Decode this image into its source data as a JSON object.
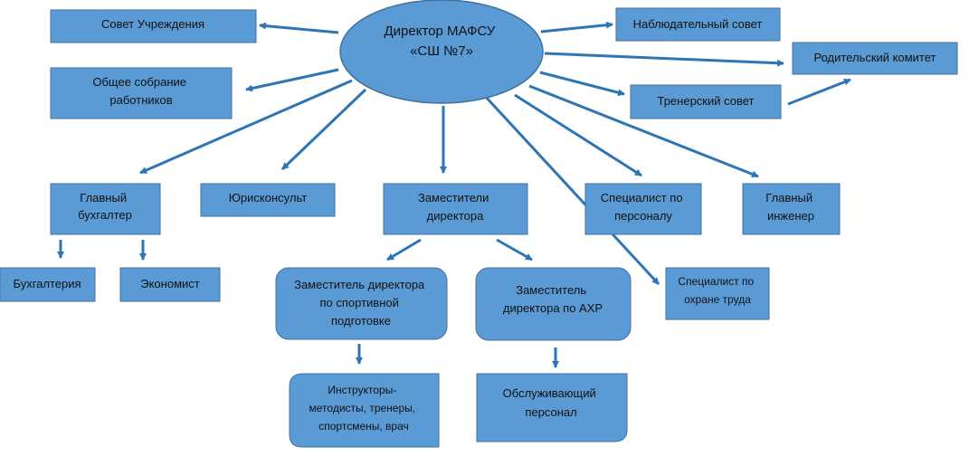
{
  "colors": {
    "box_fill": "#5b9bd5",
    "box_stroke": "#41719c",
    "arrow": "#2e75b6",
    "text": "#111111"
  },
  "director": {
    "lines": [
      "Директор МАФСУ",
      "«СШ №7»"
    ]
  },
  "council_institution": {
    "lines": [
      "Совет Учреждения"
    ]
  },
  "general_meeting": {
    "lines": [
      "Общее собрание",
      "работников"
    ]
  },
  "supervisory_board": {
    "lines": [
      "Наблюдательный совет"
    ]
  },
  "parents_committee": {
    "lines": [
      "Родительский комитет"
    ]
  },
  "coaching_council": {
    "lines": [
      "Тренерский совет"
    ]
  },
  "chief_accountant": {
    "lines": [
      "Главный",
      "бухгалтер"
    ]
  },
  "legal_adviser": {
    "lines": [
      "Юрисконсульт"
    ]
  },
  "deputy_directors": {
    "lines": [
      "Заместители",
      "директора"
    ]
  },
  "hr_specialist": {
    "lines": [
      "Специалист по",
      "персоналу"
    ]
  },
  "chief_engineer": {
    "lines": [
      "Главный",
      "инженер"
    ]
  },
  "accounting": {
    "lines": [
      "Бухгалтерия"
    ]
  },
  "economist": {
    "lines": [
      "Экономист"
    ]
  },
  "deputy_sports": {
    "lines": [
      "Заместитель директора",
      "по спортивной",
      "подготовке"
    ]
  },
  "deputy_ahr": {
    "lines": [
      "Заместитель",
      "директора по АХР"
    ]
  },
  "safety_specialist": {
    "lines": [
      "Специалист по",
      "охране труда"
    ]
  },
  "instructors": {
    "lines": [
      "Инструкторы-",
      "методисты, тренеры,",
      "спортсмены, врач"
    ]
  },
  "service_staff": {
    "lines": [
      "Обслуживающий",
      "персонал"
    ]
  }
}
